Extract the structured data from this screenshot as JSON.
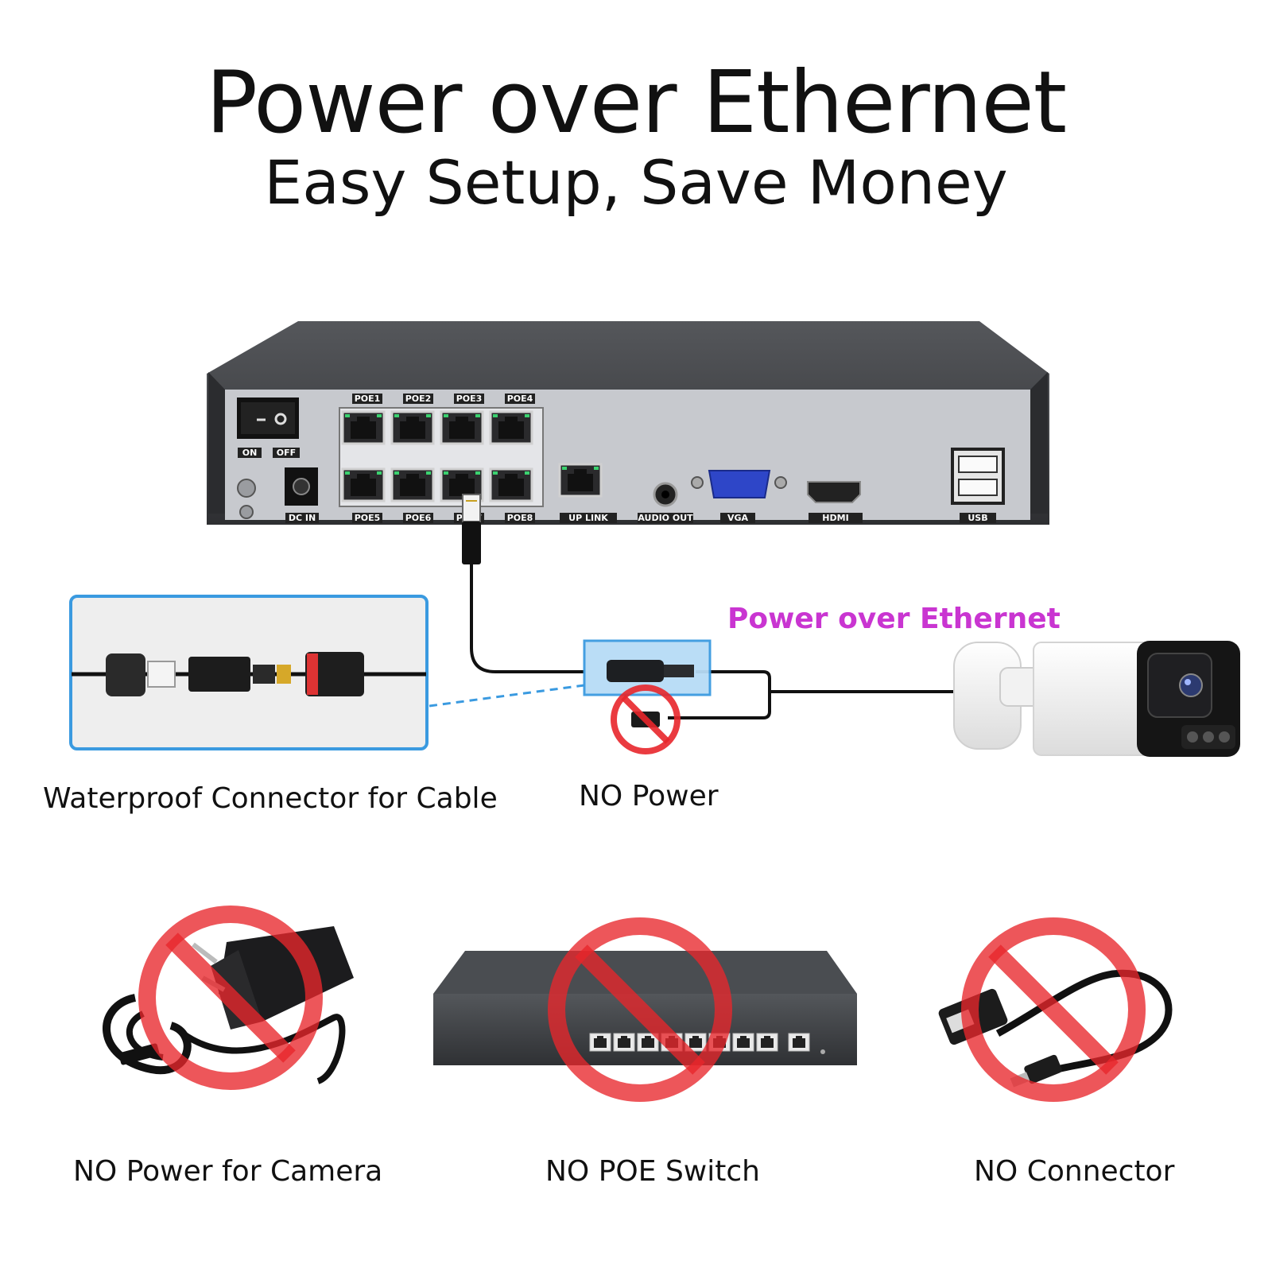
{
  "title": "Power over Ethernet",
  "subtitle": "Easy Setup, Save Money",
  "diagram": {
    "poe_label": "Power over Ethernet",
    "captions": {
      "waterproof": "Waterproof Connector for Cable",
      "no_power": "NO Power",
      "no_power_camera": "NO Power for Camera",
      "no_poe_switch": "NO POE Switch",
      "no_connector": "NO Connector"
    },
    "nvr_labels": {
      "poe1": "POE1",
      "poe2": "POE2",
      "poe3": "POE3",
      "poe4": "POE4",
      "poe5": "POE5",
      "poe6": "POE6",
      "poe7": "POE7",
      "poe8": "POE8",
      "on": "ON",
      "off": "OFF",
      "dc_in": "DC IN",
      "uplink": "UP LINK",
      "audio_out": "AUDIO OUT",
      "vga": "VGA",
      "hdmi": "HDMI",
      "usb": "USB"
    }
  },
  "colors": {
    "prohibit_red": "#e8262b",
    "callout_blue": "#3a9ae0",
    "poe_magenta": "#c935d1",
    "nvr_body": "#3c3d40",
    "nvr_panel": "#c7c9ce"
  }
}
